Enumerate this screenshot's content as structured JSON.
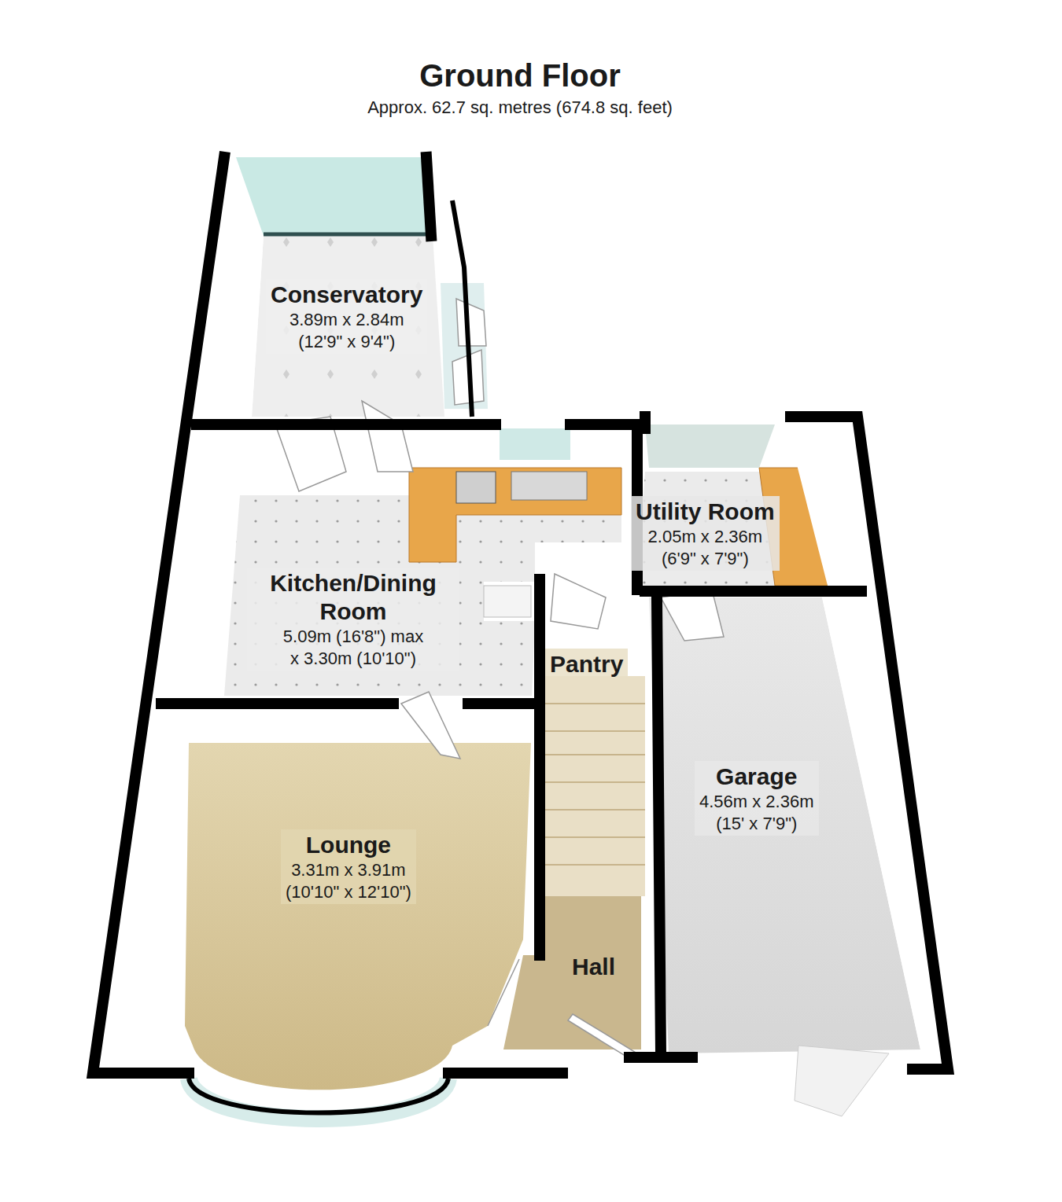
{
  "diagram": {
    "title": "Ground Floor",
    "caption": "Approx.  62.7 sq. metres (674.8 sq. feet)",
    "nodes": [
      {
        "text": [
          "Conservatory",
          "3.89m x 2.84m",
          "(12'9\" x 9'4\")"
        ]
      },
      {
        "text": [
          "Kitchen/Dining Room",
          "5.09m (16'8\") max",
          "x 3.30m (10'10\")"
        ]
      },
      {
        "text": [
          "Utility Room",
          "2.05m x 2.36m",
          "(6'9\" x 7'9\")"
        ]
      },
      {
        "text": [
          "Pantry"
        ]
      },
      {
        "text": [
          "Garage",
          "4.56m x 2.36m",
          "(15' x 7'9\")"
        ]
      },
      {
        "text": [
          "Lounge",
          "3.31m x 3.91m",
          "(10'10\" x 12'10\")"
        ]
      },
      {
        "text": [
          "Hall"
        ]
      }
    ]
  }
}
